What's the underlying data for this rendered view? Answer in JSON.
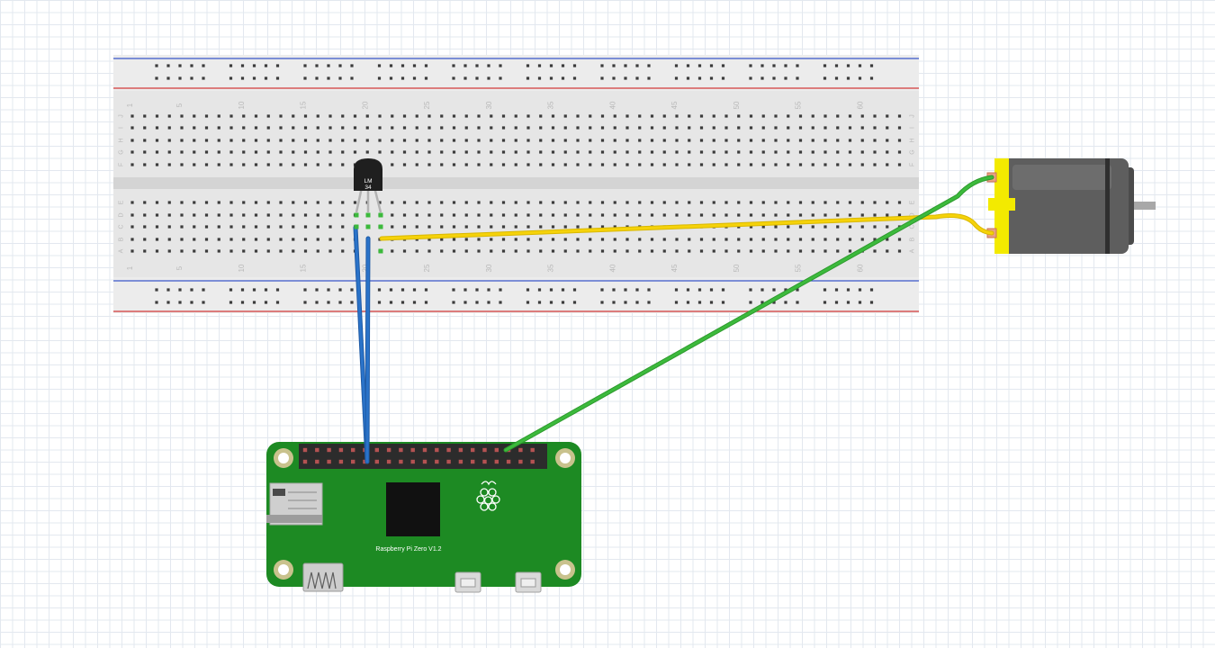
{
  "breadboard": {
    "column_labels": [
      "1",
      "5",
      "10",
      "15",
      "20",
      "25",
      "30",
      "35",
      "40",
      "45",
      "50",
      "55",
      "60"
    ],
    "row_labels_top": [
      "J",
      "I",
      "H",
      "G",
      "F"
    ],
    "row_labels_bottom": [
      "E",
      "D",
      "C",
      "B",
      "A"
    ]
  },
  "sensor": {
    "label_line1": "LM",
    "label_line2": "34"
  },
  "board": {
    "label": "Raspberry Pi Zero V1.2"
  },
  "colors": {
    "wire_blue": "#2a73c9",
    "wire_green": "#3cba3c",
    "wire_yellow": "#f5d20a",
    "pcb_green": "#1d8a23",
    "motor_yellow": "#f3ea00",
    "motor_body": "#5e5e5e"
  }
}
